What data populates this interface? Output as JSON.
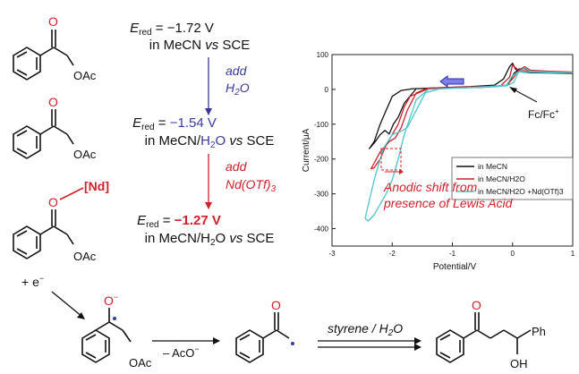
{
  "colors": {
    "red": "#d0202a",
    "blue": "#3a3a9c",
    "black": "#111111",
    "cyan": "#4cc6cf",
    "arrow_fill": "#7d7de6"
  },
  "molecules": {
    "oxygen": "O",
    "oac": "OAc",
    "nd_label": "[Nd]",
    "oh": "OH",
    "ph": "Ph"
  },
  "potentials": {
    "e_symbol": "E",
    "e_sub": "red",
    "eq": " = ",
    "step1": {
      "value": "−1.72 V",
      "solvent_pre": "in MeCN ",
      "vs": "vs",
      "ref": " SCE"
    },
    "step2": {
      "value": "−1.54 V",
      "solvent_pre": "in MeCN/",
      "h": "H",
      "sub2": "2",
      "o": "O ",
      "vs": "vs",
      "ref": " SCE"
    },
    "step3": {
      "value": "−1.27 V",
      "solvent_pre": "in MeCN/H",
      "sub2": "2",
      "o": "O ",
      "vs": "vs",
      "ref": " SCE"
    }
  },
  "additions": {
    "add1_word": "add",
    "add1_reagent": "H",
    "add1_sub": "2",
    "add1_o": "O",
    "add2_word": "add",
    "add2_reagent": "Nd(OTf)",
    "add2_sub": "3"
  },
  "reaction": {
    "electron": "+ e",
    "electron_sup": "−",
    "oxyanion": "O",
    "oxyanion_sup": "−",
    "leaving": "– AcO",
    "leaving_sup": "−",
    "styrene_label": "styrene / H",
    "styrene_sub": "2",
    "styrene_o": "O"
  },
  "chart_data": {
    "type": "line",
    "xlabel": "Potential/V",
    "ylabel": "Current/μA",
    "xlim": [
      -3,
      1
    ],
    "ylim": [
      -450,
      100
    ],
    "xticks": [
      "-3",
      "-2",
      "-1",
      "0",
      "1"
    ],
    "yticks": [
      "100",
      "0",
      "-100",
      "-200",
      "-300",
      "-400"
    ],
    "grid": false,
    "legend_position": "right-middle",
    "series": [
      {
        "name": "in MeCN",
        "color": "#111111",
        "x": [
          1.0,
          0.6,
          0.35,
          0.2,
          0.1,
          0.02,
          -0.08,
          -0.3,
          -0.8,
          -1.3,
          -1.65,
          -1.85,
          -2.0,
          -2.1,
          -2.2,
          -2.3,
          -2.38,
          -2.28,
          -2.2,
          -2.12,
          -2.05,
          -1.98,
          -1.9,
          -1.8,
          -1.6,
          -1.2,
          -0.7,
          -0.3,
          -0.15,
          -0.05,
          0.0,
          0.05,
          0.15,
          0.3,
          0.6,
          1.0
        ],
        "y": [
          46,
          48,
          50,
          60,
          58,
          45,
          12,
          8,
          5,
          3,
          2,
          -3,
          -20,
          -60,
          -100,
          -150,
          -170,
          -150,
          -130,
          -118,
          -128,
          -100,
          -80,
          -40,
          2,
          5,
          8,
          12,
          30,
          65,
          75,
          58,
          50,
          48,
          47,
          46
        ]
      },
      {
        "name": "in MeCN/H2O",
        "color": "#d0202a",
        "x": [
          1.0,
          0.6,
          0.3,
          0.2,
          0.1,
          0.0,
          -0.1,
          -0.5,
          -1.0,
          -1.4,
          -1.7,
          -1.8,
          -1.9,
          -2.0,
          -2.1,
          -2.2,
          -2.3,
          -2.35,
          -2.2,
          -2.05,
          -1.95,
          -1.85,
          -1.75,
          -1.6,
          -1.4,
          -1.0,
          -0.5,
          -0.2,
          -0.05,
          0.0,
          0.1,
          0.3,
          0.6,
          1.0
        ],
        "y": [
          50,
          52,
          55,
          65,
          55,
          30,
          12,
          6,
          4,
          2,
          -20,
          -50,
          -100,
          -130,
          -160,
          -200,
          -225,
          -228,
          -180,
          -150,
          -140,
          -110,
          -60,
          -10,
          4,
          6,
          8,
          10,
          35,
          70,
          55,
          52,
          50,
          50
        ]
      },
      {
        "name": "in MeCN/H2O +Nd(OTf)3",
        "color": "#4cc6cf",
        "x": [
          1.0,
          0.6,
          0.3,
          0.2,
          0.1,
          0.02,
          -0.1,
          -0.5,
          -1.0,
          -1.4,
          -1.6,
          -1.7,
          -1.8,
          -1.9,
          -2.0,
          -2.1,
          -2.2,
          -2.3,
          -2.4,
          -2.45,
          -2.3,
          -2.15,
          -2.0,
          -1.85,
          -1.75,
          -1.6,
          -1.45,
          -1.2,
          -0.8,
          -0.4,
          -0.1,
          0.0,
          0.1,
          0.3,
          0.6,
          1.0
        ],
        "y": [
          48,
          50,
          52,
          62,
          50,
          20,
          10,
          6,
          3,
          0,
          -30,
          -80,
          -130,
          -200,
          -260,
          -300,
          -330,
          -360,
          -378,
          -370,
          -260,
          -170,
          -130,
          -120,
          -110,
          -60,
          -10,
          2,
          5,
          8,
          12,
          40,
          50,
          50,
          48,
          48
        ]
      }
    ],
    "annotations": {
      "ferrocene": "Fc/Fc",
      "ferrocene_sup": "+",
      "shift_line1": "Anodic shift from",
      "shift_line2": "presence of Lewis Acid"
    }
  }
}
